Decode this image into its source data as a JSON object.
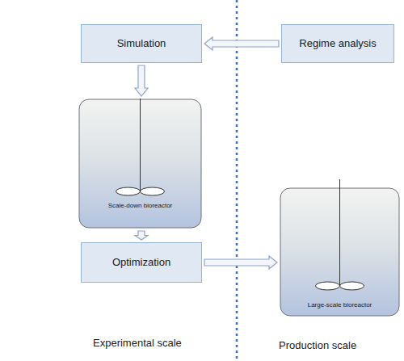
{
  "diagram": {
    "nodes": [
      {
        "text": [
          "Simulation"
        ]
      },
      {
        "text": [
          "Regime analysis"
        ]
      },
      {
        "text": [
          "Scale-down bioreactor"
        ]
      },
      {
        "text": [
          "Optimization"
        ]
      },
      {
        "text": [
          "Large-scale bioreactor"
        ]
      }
    ],
    "edges": [
      {
        "from": 1,
        "to": 0,
        "arrow": "to"
      },
      {
        "from": 0,
        "to": 2,
        "arrow": "to"
      },
      {
        "from": 2,
        "to": 3,
        "arrow": "to"
      },
      {
        "from": 3,
        "to": 4,
        "arrow": "to"
      }
    ],
    "labels": [
      "Experimental scale",
      "Production scale"
    ]
  }
}
